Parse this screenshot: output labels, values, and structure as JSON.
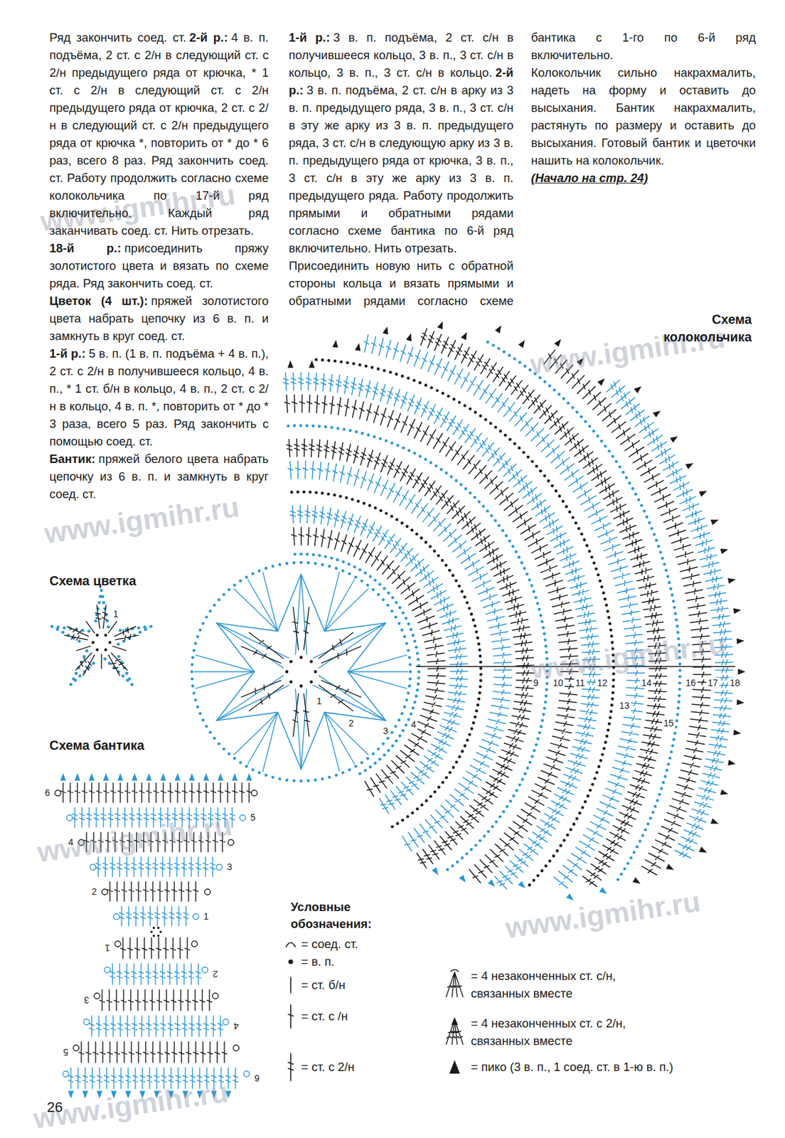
{
  "diagram": {
    "labels": [
      "Ряд закончить соед. ст.",
      "2-й р.:",
      "4 в. п. подъёма, 2 ст. с 2/н в следующий ст. с 2/н предыдущего ряда от крючка, * 1 ст. с 2/н в следующий ст. с 2/н предыдущего ряда от крючка, 2 ст. с 2/н в следующий ст. с 2/н предыдущего ряда от крючка *, повторить от * до * 6 раз, всего 8 раз. Ряд закончить соед. ст. Работу продолжить согласно схеме колокольчика по 17-й ряд включительно. Каждый ряд заканчивать соед. ст. Нить отрезать.",
      "18-й р.:",
      "присоединить пряжу золотистого цвета и вязать по схеме ряда. Ряд закончить соед. ст.",
      "Цветок (4 шт.):",
      "пряжей золотистого цвета набрать цепочку из 6 в. п. и замкнуть в круг соед. ст.",
      "1-й р.:",
      "5 в. п. (1 в. п. подъёма + 4 в. п.), 2 ст. с 2/н в получившееся кольцо, 4 в. п., * 1 ст. б/н в кольцо, 4 в. п., 2 ст. с 2/н в кольцо, 4 в. п. *, повторить от * до * 3 раза, всего 5 раз. Ряд закончить с помощью соед. ст.",
      "Бантик:",
      "пряжей белого цвета набрать цепочку из 6 в. п. и замкнуть в круг соед. ст.",
      "1-й р.:",
      "3 в. п. подъёма, 2 ст. с/н в получившееся кольцо, 3 в. п., 3 ст. с/н в кольцо, 3 в. п., 3 ст. с/н в кольцо.",
      "2-й р.:",
      "3 в. п. подъёма, 2 ст. с/н в арку из 3 в. п. предыдущего ряда, 3 в. п., 3 ст. с/н в эту же арку из 3 в. п. предыдущего ряда, 3 ст. с/н в следующую арку из 3 в. п. предыдущего ряда от крючка, 3 в. п., 3 ст. с/н в эту же арку из 3 в. п. предыдущего ряда. Работу продолжить прямыми и обратными рядами согласно схеме бантика по 6-й ряд включительно. Нить отрезать.",
      "Присоединить новую нить с обратной стороны кольца и вязать прямыми и обратными рядами согласно схеме бантика с 1-го по 6-й ряд включительно.",
      "Колокольчик сильно накрахмалить, надеть на форму и оставить до высыхания. Бантик накрахмалить, растянуть по размеру и оставить до высыхания. Готовый бантик и цветочки нашить на колокольчик.",
      "(Начало на стр. 24)",
      "Схема колокольчика",
      "Схема цветка",
      "1",
      "1",
      "2",
      "3",
      "4",
      "9",
      "10",
      "11",
      "12",
      "13",
      "14",
      "15",
      "16",
      "17",
      "18",
      "Схема бантика",
      "1",
      "2",
      "3",
      "4",
      "5",
      "6",
      "1",
      "2",
      "3",
      "4",
      "5",
      "6",
      "Условные обозначения:",
      "26",
      "www.igmihr.ru",
      "www.igmihr.ru",
      "www.igmihr.ru",
      "www.igmihr.ru",
      "www.igmihr.ru",
      "www.igmihr.ru",
      "www.igmihr.ru"
    ],
    "legend": [
      {
        "text": "= соед. ст."
      },
      {
        "text": "= в. п."
      },
      {
        "text": "= ст. б/н"
      },
      {
        "text": "= ст. с /н"
      },
      {
        "text": "= ст. с 2/н"
      },
      {
        "text": "= 4 незаконченных ст. с/н, связанных вместе"
      },
      {
        "text": "= 4 незаконченных ст. с 2/н, связанных вместе"
      },
      {
        "text": "= пико (3 в. п., 1 соед. ст. в 1-ю в. п.)"
      }
    ]
  }
}
